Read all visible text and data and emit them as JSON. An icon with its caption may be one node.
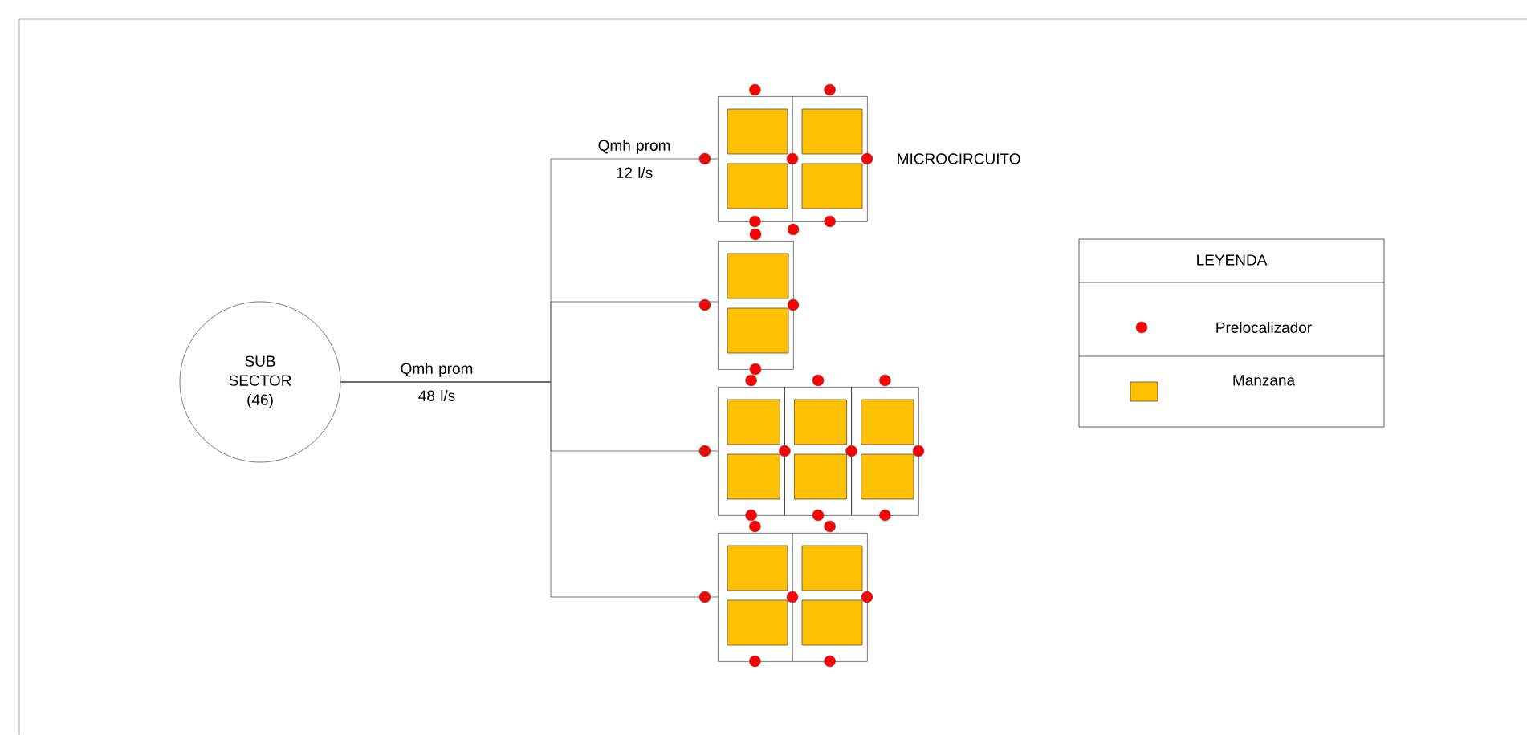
{
  "diagram": {
    "nodes": [
      {
        "text": [
          "SUB SECTOR (46)"
        ]
      },
      {
        "text": [],
        "shape": "box",
        "beside": [
          "MICROCIRCUITO"
        ]
      },
      {
        "text": [],
        "shape": "box"
      },
      {
        "text": [],
        "shape": "box"
      },
      {
        "text": [],
        "shape": "box"
      }
    ],
    "edges": [
      {
        "from": 0,
        "to": 1,
        "arrow": "none",
        "label": "Qmh prom 12 l/s"
      },
      {
        "from": 0,
        "to": 2,
        "arrow": "none"
      },
      {
        "from": 0,
        "to": 3,
        "arrow": "none"
      },
      {
        "from": 0,
        "to": 4,
        "arrow": "none"
      }
    ],
    "labels": [
      "Qmh prom 48 l/s",
      "LEYENDA"
    ],
    "legend": [
      {
        "text": "Prelocalizador",
        "color": "#ff0000"
      },
      {
        "text": "Manzana",
        "color": "#ffc000"
      }
    ]
  }
}
